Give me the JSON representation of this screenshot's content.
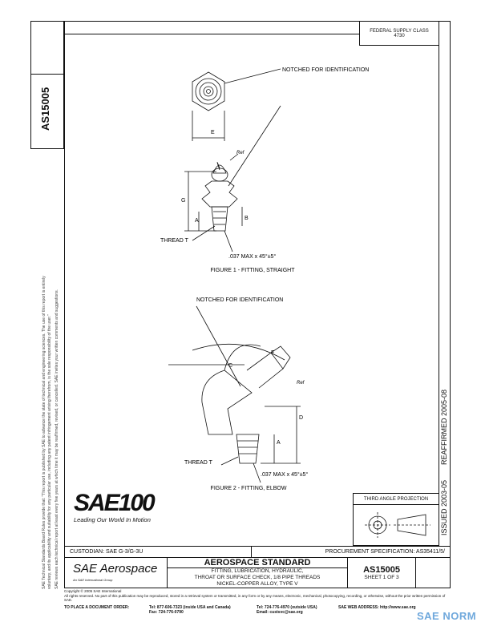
{
  "sidebar": {
    "doc_number": "AS15005",
    "disclaimer_line1": "SAE Technical Standards Board Rules provide that: \"This report is published by SAE to advance the state of technical and engineering sciences. The use of this report is entirely",
    "disclaimer_line2": "voluntary, and its applicability and suitability for any particular use, including any patent infringement arising therefrom, is the sole responsibility of the user.\"",
    "disclaimer_line3": "SAE reviews each technical report at least every five years at which time it may be reaffirmed, revised, or cancelled. SAE invites your written comments and suggestions."
  },
  "header": {
    "fsc_label": "FEDERAL SUPPLY CLASS",
    "fsc_value": "4730"
  },
  "figure1": {
    "callout": "NOTCHED FOR IDENTIFICATION",
    "dim_e": "E",
    "dim_r": "Ref",
    "dim_g": "G",
    "dim_a": "A",
    "dim_b": "B",
    "thread": "THREAD T",
    "chamfer": ".037 MAX x 45°±5°",
    "caption": "FIGURE 1 - FITTING, STRAIGHT"
  },
  "figure2": {
    "callout": "NOTCHED FOR IDENTIFICATION",
    "dim_f": "F",
    "dim_c": "C",
    "dim_r": "Ref",
    "dim_d": "D",
    "dim_a": "A",
    "thread": "THREAD T",
    "chamfer": ".037 MAX x 45°±5°",
    "caption": "FIGURE 2 - FITTING, ELBOW"
  },
  "right_strip": {
    "reaffirmed": "REAFFIRMED 2005-08",
    "issued": "ISSUED 2003-05"
  },
  "logo": {
    "sae100": "SAE100",
    "tagline": "Leading Our World In Motion"
  },
  "projection": {
    "label": "THIRD ANGLE PROJECTION"
  },
  "title_block": {
    "custodian": "CUSTODIAN:  SAE G-3/G-3U",
    "procurement": "PROCUREMENT SPECIFICATION:  AS35411/5/",
    "aero_logo": "SAE Aerospace",
    "aero_sub": "An SAE International Group",
    "standard": "AEROSPACE STANDARD",
    "title1": "FITTING, LUBRICATION, HYDRAULIC,",
    "title2": "THROAT OR SURFACE CHECK, 1/8 PIPE THREADS",
    "title3": "NICKEL-COPPER ALLOY, TYPE V",
    "doc_number": "AS15005",
    "sheet": "SHEET 1 OF 3"
  },
  "footer": {
    "copyright": "Copyright © 2005 SAE International",
    "rights": "All rights reserved. No part of this publication may be reproduced, stored in a retrieval system or transmitted, in any form or by any means, electronic, mechanical, photocopying, recording, or otherwise, without the prior written permission of SAE.",
    "order_label": "TO PLACE A DOCUMENT ORDER:",
    "tel_us": "Tel:  877-606-7323 (inside USA and Canada)",
    "fax": "Fax:  724-776-0790",
    "tel_out": "Tel:  724-776-4970 (outside USA)",
    "email": "Email:  custsvc@sae.org",
    "web": "SAE WEB ADDRESS:  http://www.sae.org",
    "watermark": "SAE NORM"
  },
  "colors": {
    "line": "#111111",
    "watermark": "#6fa8dc"
  }
}
